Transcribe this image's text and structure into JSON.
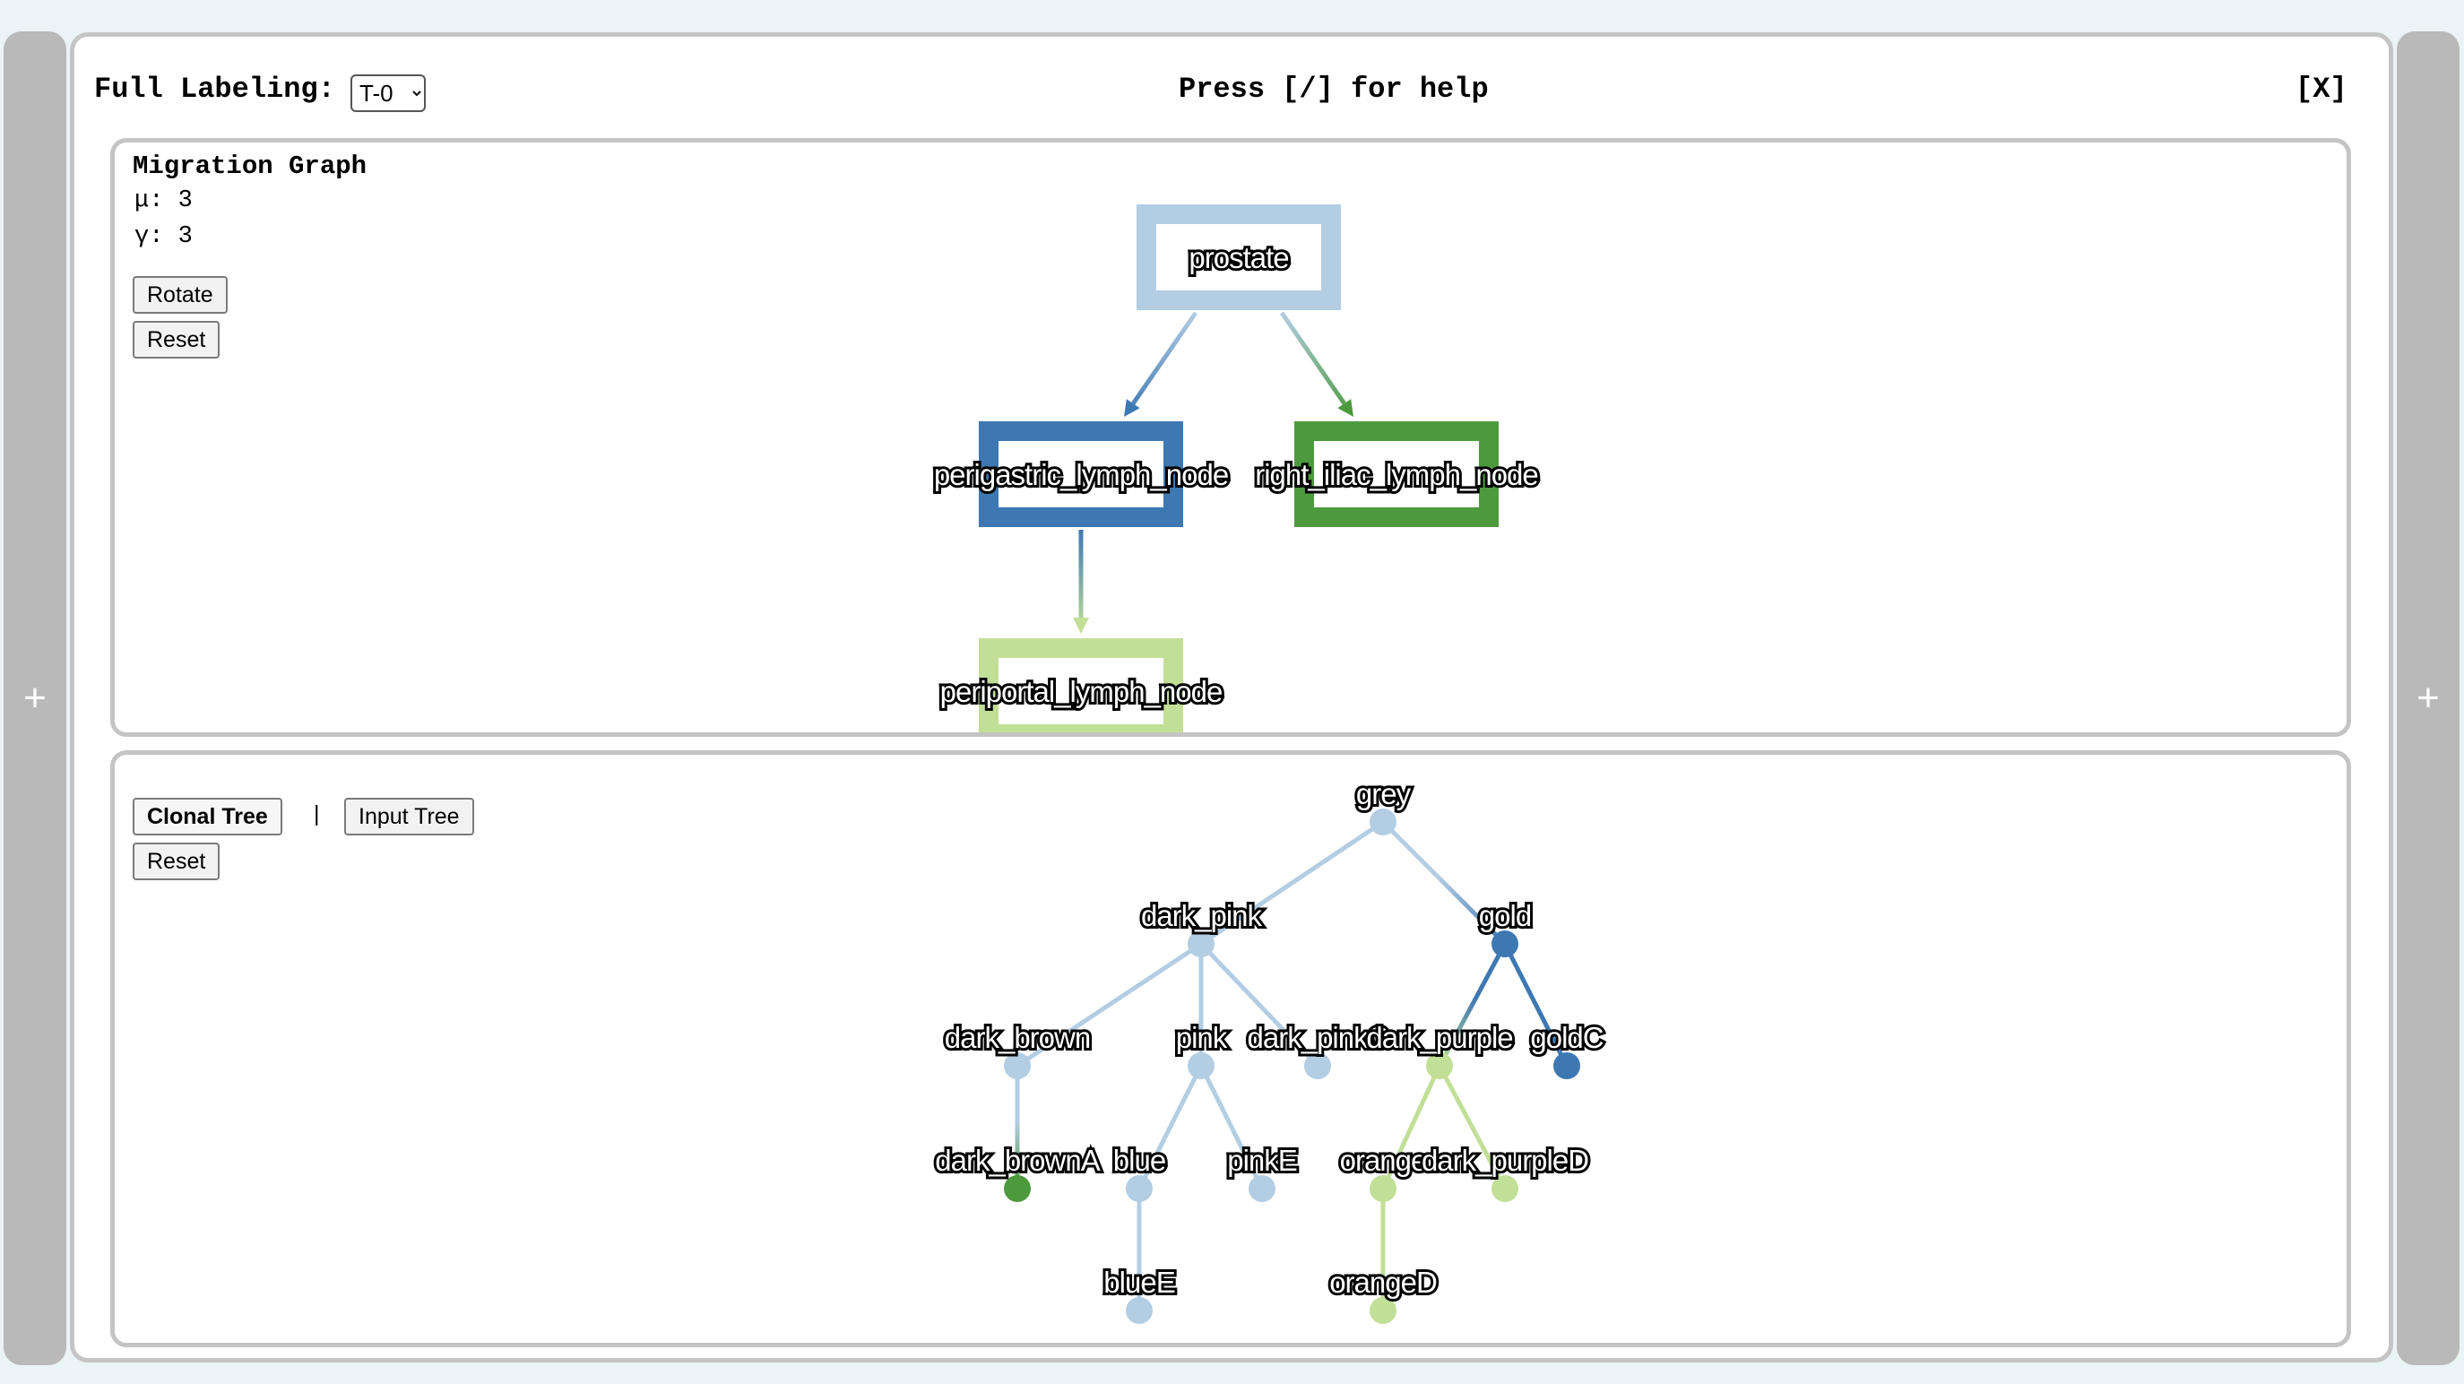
{
  "header": {
    "full_labeling_label": "Full Labeling:",
    "selected_tree": "T-0",
    "tree_options": [
      "T-0"
    ],
    "help_text": "Press [/] for help",
    "close_label": "[X]"
  },
  "side_bars": {
    "left_label": "+",
    "right_label": "+"
  },
  "migration_graph": {
    "title": "Migration Graph",
    "mu_label": "μ: 3",
    "gamma_label": "γ: 3",
    "rotate_label": "Rotate",
    "reset_label": "Reset",
    "nodes": [
      {
        "id": "prostate",
        "label": "prostate",
        "color": "#b3cde3"
      },
      {
        "id": "perigastric",
        "label": "perigastric_lymph_node",
        "color": "#3e78b2"
      },
      {
        "id": "right_iliac",
        "label": "right_iliac_lymph_node",
        "color": "#4d9a3e"
      },
      {
        "id": "periportal",
        "label": "periportal_lymph_node",
        "color": "#c2df97"
      }
    ],
    "edges": [
      {
        "from": "prostate",
        "to": "perigastric"
      },
      {
        "from": "prostate",
        "to": "right_iliac"
      },
      {
        "from": "perigastric",
        "to": "periportal"
      }
    ]
  },
  "clonal_tree": {
    "clonal_tab_label": "Clonal Tree",
    "separator": "|",
    "input_tab_label": "Input Tree",
    "reset_label": "Reset",
    "nodes": [
      {
        "id": "grey",
        "label": "grey",
        "color": "#b3cde3"
      },
      {
        "id": "dark_pink",
        "label": "dark_pink",
        "color": "#b3cde3"
      },
      {
        "id": "gold",
        "label": "gold",
        "color": "#3e78b2"
      },
      {
        "id": "dark_brown",
        "label": "dark_brown",
        "color": "#b3cde3"
      },
      {
        "id": "pink",
        "label": "pink",
        "color": "#b3cde3"
      },
      {
        "id": "dark_pinkC",
        "label": "dark_pinkC",
        "color": "#b3cde3"
      },
      {
        "id": "dark_purple",
        "label": "dark_purple",
        "color": "#c2df97"
      },
      {
        "id": "goldC",
        "label": "goldC",
        "color": "#3e78b2"
      },
      {
        "id": "dark_brownA",
        "label": "dark_brownA",
        "color": "#4d9a3e"
      },
      {
        "id": "blue",
        "label": "blue",
        "color": "#b3cde3"
      },
      {
        "id": "pinkE",
        "label": "pinkE",
        "color": "#b3cde3"
      },
      {
        "id": "orange",
        "label": "orange",
        "color": "#c2df97"
      },
      {
        "id": "dark_purpleD",
        "label": "dark_purpleD",
        "color": "#c2df97"
      },
      {
        "id": "blueE",
        "label": "blueE",
        "color": "#b3cde3"
      },
      {
        "id": "orangeD",
        "label": "orangeD",
        "color": "#c2df97"
      }
    ],
    "edges": [
      {
        "from": "grey",
        "to": "dark_pink"
      },
      {
        "from": "grey",
        "to": "gold"
      },
      {
        "from": "dark_pink",
        "to": "dark_brown"
      },
      {
        "from": "dark_pink",
        "to": "pink"
      },
      {
        "from": "dark_pink",
        "to": "dark_pinkC"
      },
      {
        "from": "gold",
        "to": "dark_purple"
      },
      {
        "from": "gold",
        "to": "goldC"
      },
      {
        "from": "dark_brown",
        "to": "dark_brownA"
      },
      {
        "from": "pink",
        "to": "blue"
      },
      {
        "from": "pink",
        "to": "pinkE"
      },
      {
        "from": "dark_purple",
        "to": "orange"
      },
      {
        "from": "dark_purple",
        "to": "dark_purpleD"
      },
      {
        "from": "blue",
        "to": "blueE"
      },
      {
        "from": "orange",
        "to": "orangeD"
      }
    ]
  }
}
